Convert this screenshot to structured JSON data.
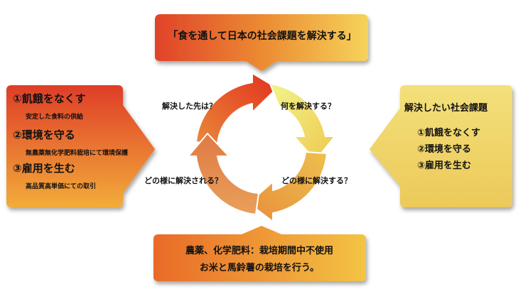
{
  "top_box": {
    "title": "「食を通して日本の社会課題を解決する」"
  },
  "left_box": {
    "items": [
      {
        "heading": "①飢餓をなくす",
        "detail": "安定した食料の供給"
      },
      {
        "heading": "②環境を守る",
        "detail": "無農薬無化学肥料栽培にて環境保護"
      },
      {
        "heading": "③雇用を生む",
        "detail": "高品質高単価にての取引"
      }
    ]
  },
  "right_box": {
    "title": "解決したい社会課題",
    "items": [
      "①飢餓をなくす",
      "②環境を守る",
      "③雇用を生む"
    ]
  },
  "cycle": {
    "labels": {
      "top_left": "解決した先は？",
      "top_right": "何を解決する？",
      "bottom_right": "どの様に解決する？",
      "bottom_left": "どの様に解決される？"
    }
  },
  "bottom_box": {
    "lines": [
      "農薬、化学肥料：栽培期間中不使用",
      "お米と馬鈴薯の栽培を行う。"
    ]
  },
  "colors": {
    "red": "#e03a25",
    "orange": "#ee8a30",
    "yellow": "#f0d060",
    "light_yellow": "#f3f08a"
  }
}
